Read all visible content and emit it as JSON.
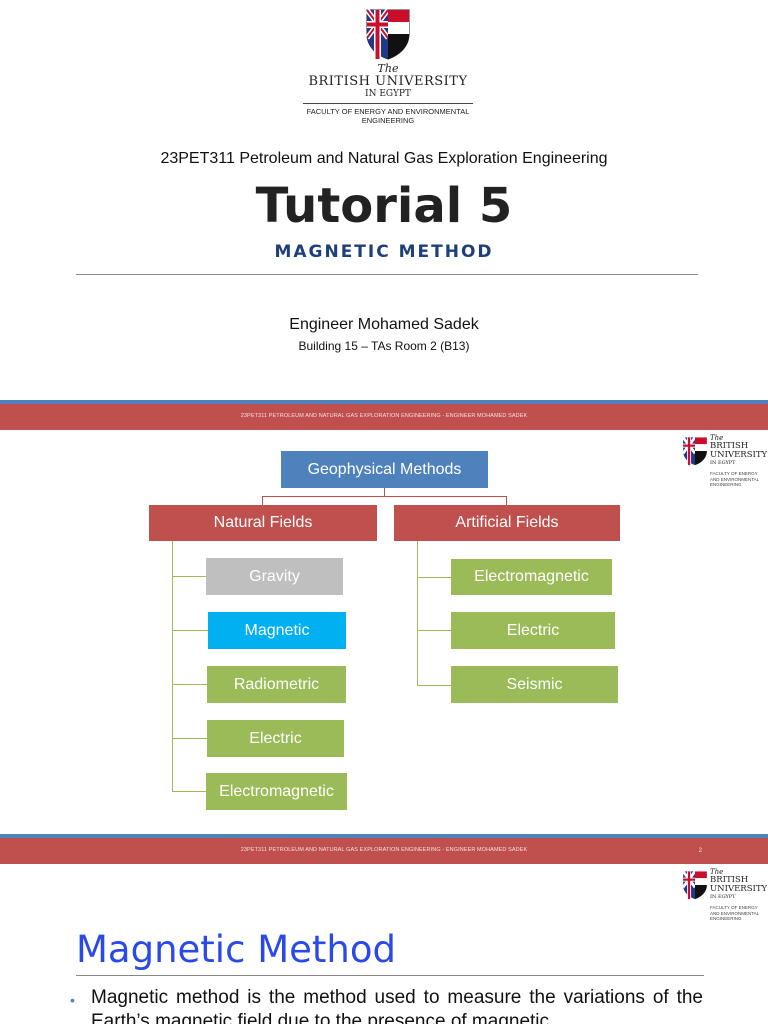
{
  "slide1": {
    "logo": {
      "the": "The",
      "name": "BRITISH UNIVERSITY",
      "location": "IN EGYPT",
      "faculty_line1": "FACULTY OF ENERGY AND ENVIRONMENTAL",
      "faculty_line2": "ENGINEERING"
    },
    "course": "23PET311 Petroleum and Natural Gas Exploration Engineering",
    "title": "Tutorial 5",
    "subtitle": "MAGNETIC METHOD",
    "presenter": "Engineer Mohamed Sadek",
    "location": "Building 15 – TAs Room 2 (B13)"
  },
  "header_band": {
    "text": "23PET311 PETROLEUM AND NATURAL GAS EXPLORATION ENGINEERING - ENGINEER MOHAMED SADEK",
    "page_number": "2"
  },
  "mini_logo": {
    "the": "The",
    "line1": "BRITISH",
    "line2": "UNIVERSITY",
    "line3": "IN EGYPT",
    "fac1": "FACULTY OF ENERGY",
    "fac2": "AND ENVIRONMENTAL",
    "fac3": "ENGINEERING"
  },
  "diagram": {
    "root": "Geophysical Methods",
    "natural": {
      "label": "Natural Fields",
      "items": [
        "Gravity",
        "Magnetic",
        "Radiometric",
        "Electric",
        "Electromagnetic"
      ]
    },
    "artificial": {
      "label": "Artificial Fields",
      "items": [
        "Electromagnetic",
        "Electric",
        "Seismic"
      ]
    }
  },
  "slide3": {
    "title": "Magnetic Method",
    "bullet": "Magnetic method is the method used to measure the variations of the Earth’s magnetic field due to the presence of magnetic"
  },
  "colors": {
    "band_red": "#c0504d",
    "band_blue": "#4f81bd",
    "root_blue": "#4f81bd",
    "highlight_cyan": "#00b0f0",
    "grey": "#bfbfbf",
    "green": "#9bbb59",
    "title_blue": "#2b49e6",
    "subtitle_navy": "#1f3f7a"
  }
}
